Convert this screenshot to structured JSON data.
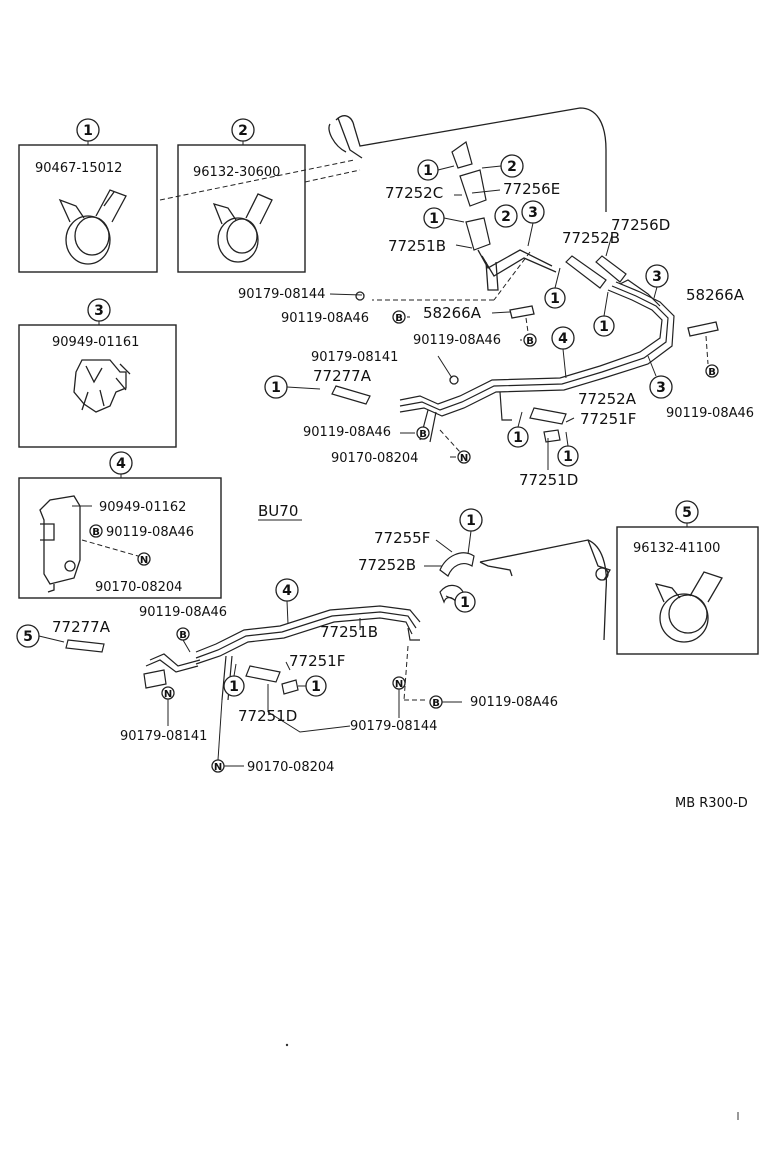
{
  "diagram": {
    "code": "MB R300-D",
    "variant": "BU70",
    "detail_boxes": [
      {
        "num": "1",
        "part": "90467-15012"
      },
      {
        "num": "2",
        "part": "96132-30600"
      },
      {
        "num": "3",
        "part": "90949-01161"
      },
      {
        "num": "4",
        "parts": [
          "90949-01162",
          "90119-08A46",
          "90170-08204"
        ]
      },
      {
        "num": "5",
        "part": "96132-41100"
      }
    ],
    "top_labels": {
      "l77252C": "77252C",
      "l77256E": "77256E",
      "l77251B": "77251B",
      "l77252B": "77252B",
      "l77256D": "77256D",
      "l58266A_1": "58266A",
      "l58266A_2": "58266A",
      "l90179_08144": "90179-08144",
      "l90119_08A46_1": "90119-08A46",
      "l90119_08A46_2": "90119-08A46",
      "l90179_08141": "90179-08141",
      "l77277A": "77277A",
      "l77252A": "77252A",
      "l77251F": "77251F",
      "l90119_08A46_3": "90119-08A46",
      "l90119_08A46_4": "90119-08A46",
      "l90170_08204": "90170-08204",
      "l77251D": "77251D"
    },
    "bottom_labels": {
      "l77255F": "77255F",
      "l77252B": "77252B",
      "l90119_08A46_1": "90119-08A46",
      "l77277A": "77277A",
      "l77251B": "77251B",
      "l77251F": "77251F",
      "l77251D": "77251D",
      "l90119_08A46_2": "90119-08A46",
      "l90179_08141": "90179-08141",
      "l90179_08144": "90179-08144",
      "l90170_08204": "90170-08204"
    },
    "markers": {
      "B": "B",
      "N": "N"
    }
  }
}
